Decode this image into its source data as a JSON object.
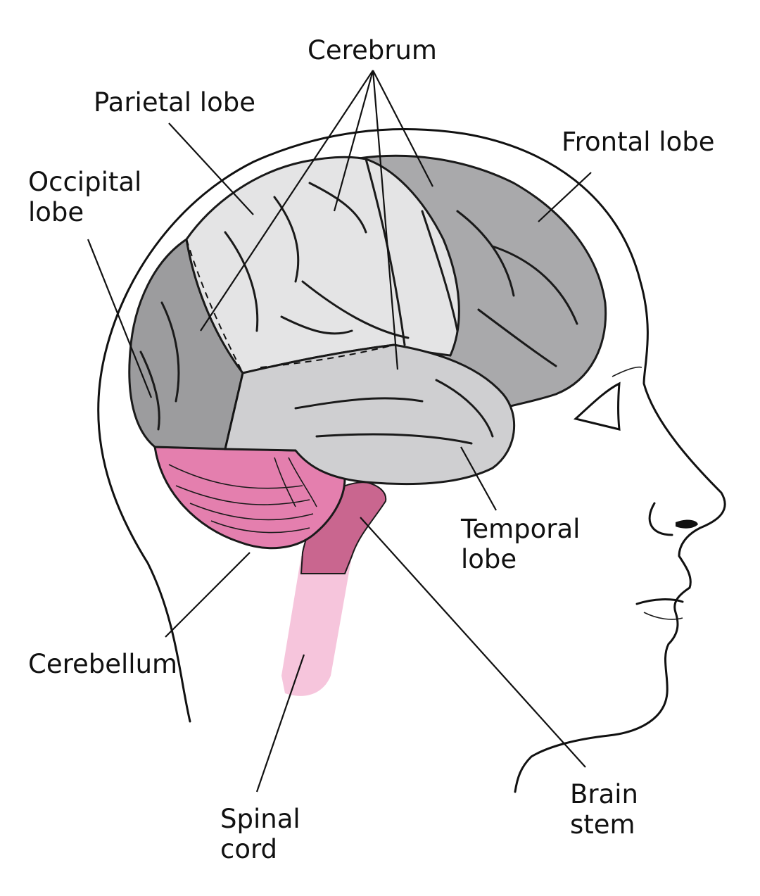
{
  "labels": {
    "cerebrum": "Cerebrum",
    "parietal": "Parietal lobe",
    "frontal": "Frontal lobe",
    "occipital_1": "Occipital",
    "occipital_2": "lobe",
    "temporal_1": "Temporal",
    "temporal_2": "lobe",
    "cerebellum": "Cerebellum",
    "spinal_1": "Spinal",
    "spinal_2": "cord",
    "brainstem_1": "Brain",
    "brainstem_2": "stem"
  },
  "colors": {
    "frontal": "#a9a9ab",
    "parietal": "#e4e4e5",
    "temporal": "#cfcfd1",
    "occipital": "#9c9c9e",
    "cerebellum": "#e47fae",
    "brainstem": "#c9668f",
    "spinal_cord": "#f6c5dc",
    "outline": "#111111"
  }
}
